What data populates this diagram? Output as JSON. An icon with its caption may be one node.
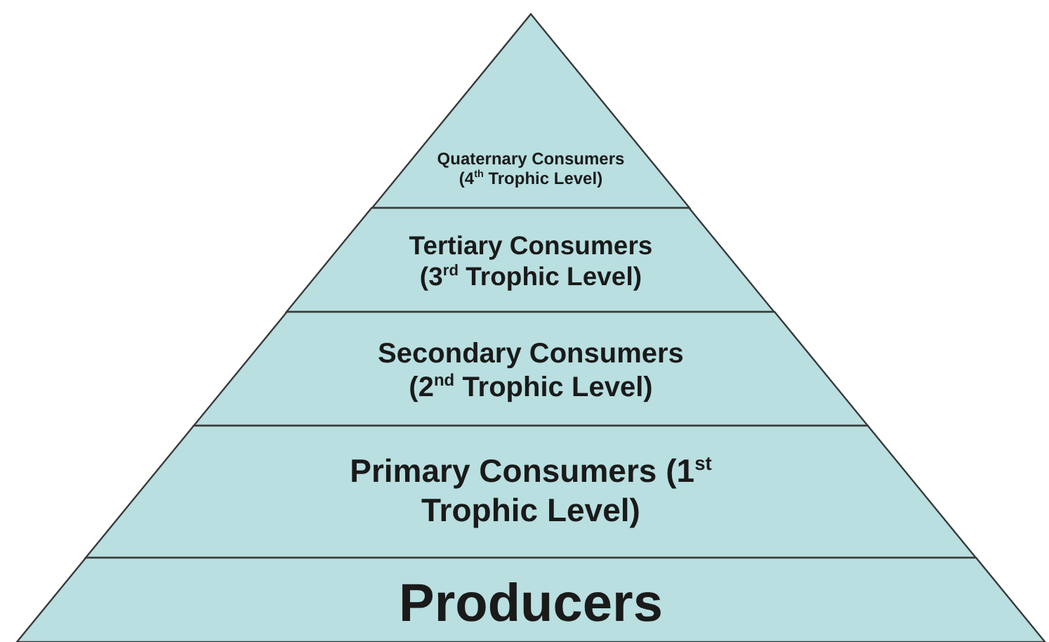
{
  "diagram": {
    "nodes": [
      {
        "text": [
          "Quaternary Consumers (4$^{th}$ Trophic Level)"
        ]
      },
      {
        "text": [
          "Tertiary Consumers (3$^{rd}$ Trophic Level)"
        ]
      },
      {
        "text": [
          "Secondary Consumers (2$^{nd}$ Trophic Level)"
        ]
      },
      {
        "text": [
          "Primary Consumers (1$^{st}$ Trophic Level)"
        ]
      },
      {
        "text": [
          "Producers"
        ]
      }
    ]
  }
}
